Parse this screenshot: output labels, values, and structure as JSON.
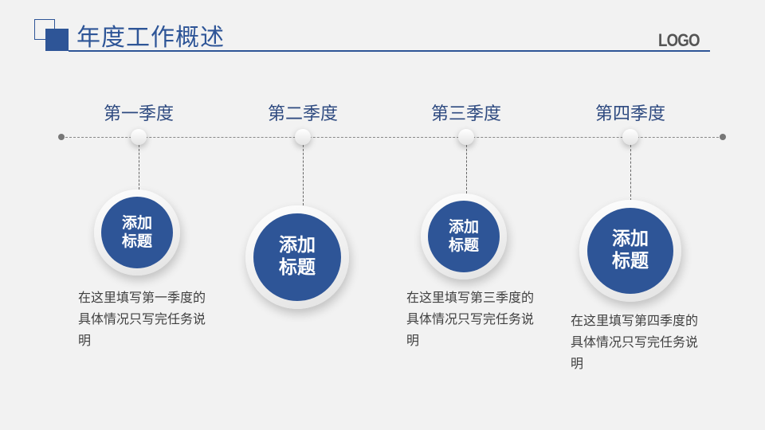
{
  "header": {
    "title": "年度工作概述",
    "logo": "LOGO"
  },
  "colors": {
    "accent": "#2e5597",
    "background": "#f2f2f2"
  },
  "quarters": [
    {
      "label": "第一季度",
      "circle": "添加\n标题",
      "desc": "在这里填写第一季度的具体情况只写完任务说明"
    },
    {
      "label": "第二季度",
      "circle": "添加\n标题",
      "desc": ""
    },
    {
      "label": "第三季度",
      "circle": "添加\n标题",
      "desc": "在这里填写第三季度的具体情况只写完任务说明"
    },
    {
      "label": "第四季度",
      "circle": "添加\n标题",
      "desc": "在这里填写第四季度的具体情况只写完任务说明"
    }
  ]
}
